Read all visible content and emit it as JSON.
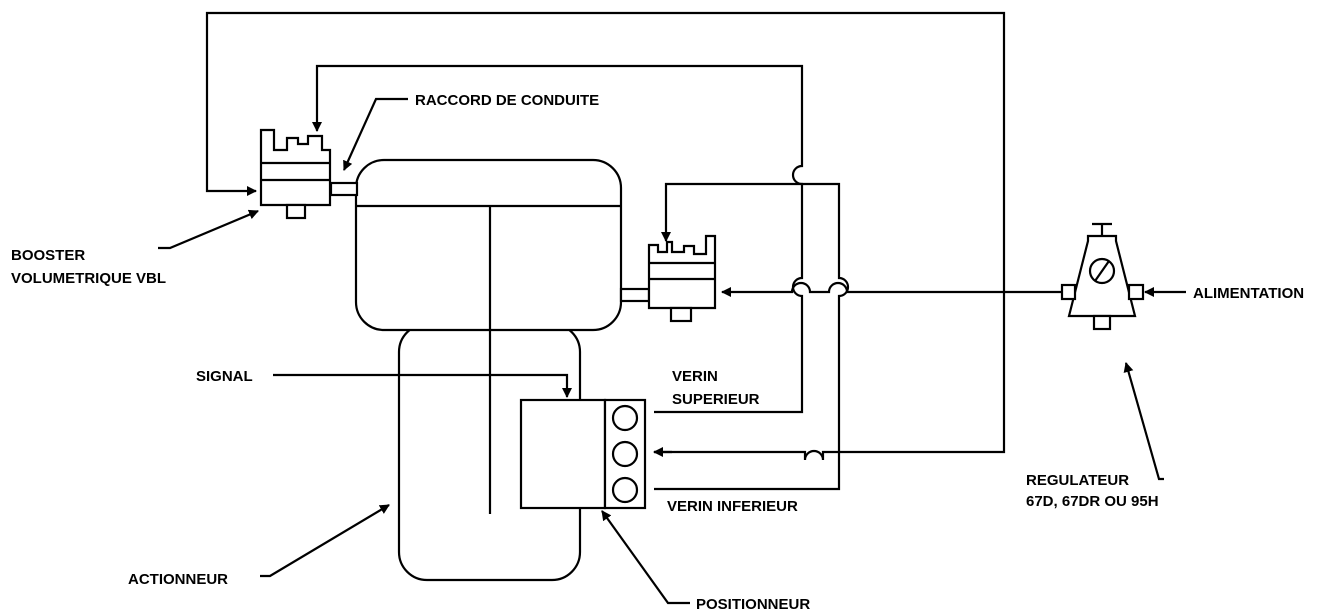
{
  "labels": {
    "raccord": "RACCORD DE CONDUITE",
    "booster_line1": "BOOSTER",
    "booster_line2": "VOLUMETRIQUE VBL",
    "signal": "SIGNAL",
    "verin_superieur_line1": "VERIN",
    "verin_superieur_line2": "SUPERIEUR",
    "verin_inferieur": "VERIN INFERIEUR",
    "alimentation": "ALIMENTATION",
    "regulateur_line1": "REGULATEUR",
    "regulateur_line2": "67D, 67DR OU 95H",
    "actionneur": "ACTIONNEUR",
    "positionneur": "POSITIONNEUR"
  }
}
